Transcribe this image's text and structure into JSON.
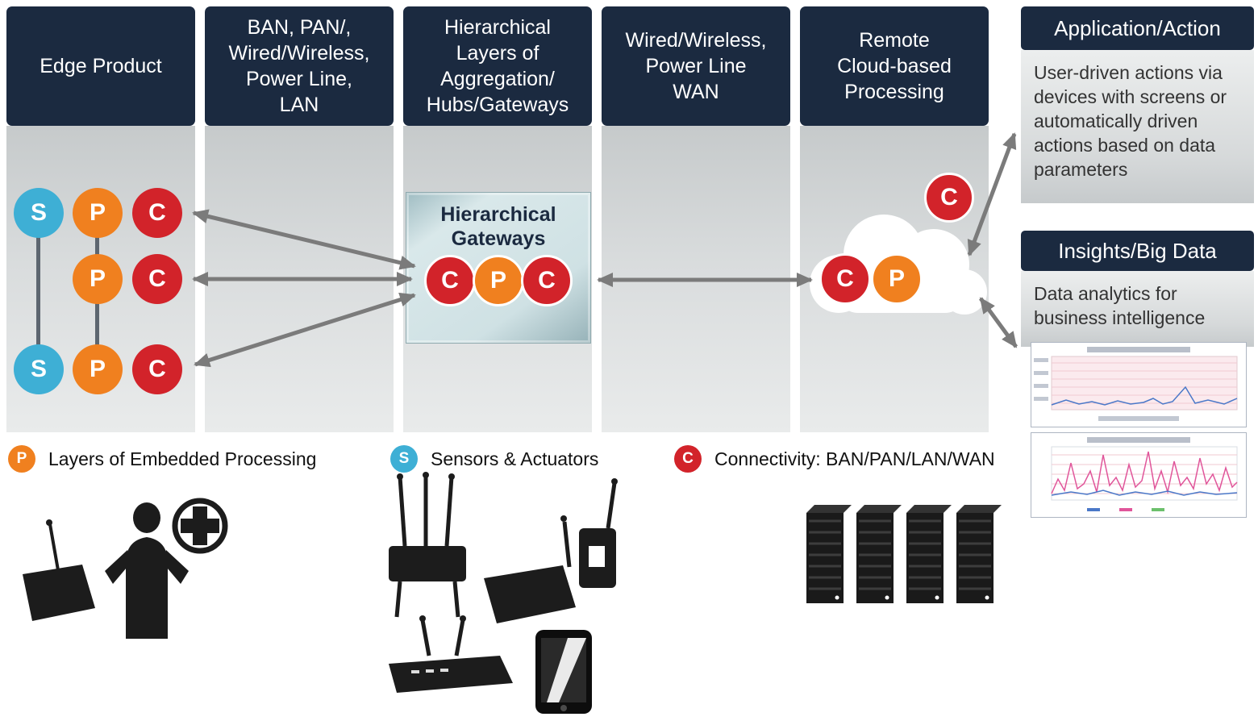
{
  "colors": {
    "header_bg": "#1b2a40",
    "sensor_node": "#3eafd5",
    "processing_node": "#f0801f",
    "connectivity_node": "#d2232a",
    "arrow": "#7b7b7b",
    "gateway_box": "#cfe1e4",
    "silhouette": "#1c1c1c"
  },
  "letters": {
    "s": "S",
    "p": "P",
    "c": "C"
  },
  "columns": [
    {
      "header": "Edge Product"
    },
    {
      "header": "BAN, PAN/,\nWired/Wireless,\nPower Line,\nLAN"
    },
    {
      "header": "Hierarchical\nLayers of\nAggregation/\nHubs/Gateways"
    },
    {
      "header": "Wired/Wireless,\nPower Line\nWAN"
    },
    {
      "header": "Remote\nCloud-based\nProcessing"
    }
  ],
  "gateway": {
    "title": "Hierarchical\nGateways"
  },
  "panels": {
    "application": {
      "title": "Application/Action",
      "body": "User-driven actions via devices with screens or automatically driven actions based on data parameters"
    },
    "insights": {
      "title": "Insights/Big Data",
      "body": "Data analytics for business intelligence"
    }
  },
  "legend": [
    {
      "letter": "P",
      "label": "Layers of Embedded Processing"
    },
    {
      "letter": "S",
      "label": "Sensors & Actuators"
    },
    {
      "letter": "C",
      "label": "Connectivity: BAN/PAN/LAN/WAN"
    }
  ]
}
